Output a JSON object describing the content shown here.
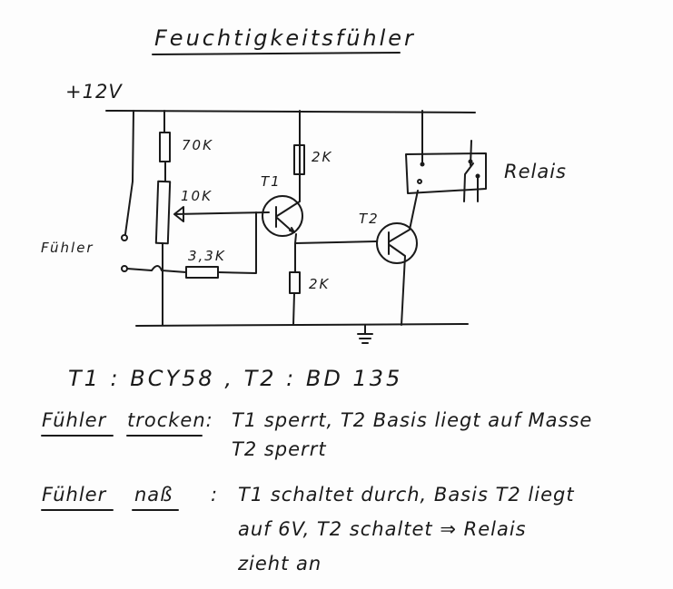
{
  "title": "Feuchtigkeitsfühler",
  "labels": {
    "supply": "+12V",
    "sensor": "Fühler",
    "relay": "Relais",
    "r1": "70K",
    "pot": "10K",
    "r_fb": "3,3K",
    "r_c": "2K",
    "r_e": "2K",
    "t1": "T1",
    "t2": "T2"
  },
  "notes": {
    "parts": "T1 : BCY58 , T2 : BD 135",
    "dry_label": "Fühler",
    "dry_state": "trocken:",
    "dry_line1": "T1 sperrt, T2 Basis liegt auf Masse",
    "dry_line2": "T2 sperrt",
    "wet_label": "Fühler",
    "wet_state": "naß",
    "colon": ":",
    "wet_line1": "T1 schaltet durch, Basis T2 liegt",
    "wet_line2": "auf 6V, T2 schaltet ⇒ Relais",
    "wet_line3": "zieht an"
  }
}
